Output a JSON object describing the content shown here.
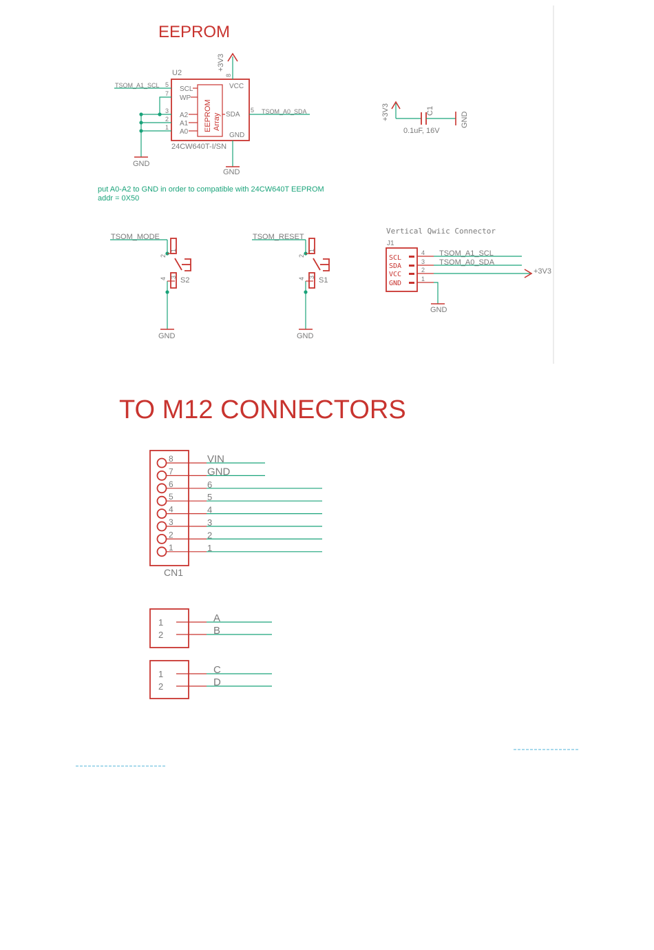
{
  "sections": {
    "eeprom_title": "EEPROM",
    "m12_title": "TO M12 CONNECTORS"
  },
  "eeprom": {
    "ref": "U2",
    "part_number": "24CW640T-I/SN",
    "inner_label_line1": "EEPROM",
    "inner_label_line2": "Array",
    "pins": {
      "scl": {
        "num": "5",
        "name": "SCL"
      },
      "wp": {
        "num": "7",
        "name": "WP"
      },
      "a2": {
        "num": "3",
        "name": "A2"
      },
      "a1": {
        "num": "2",
        "name": "A1"
      },
      "a0": {
        "num": "1",
        "name": "A0"
      },
      "sda": {
        "num": "5",
        "name": "SDA"
      },
      "vcc": {
        "num": "8",
        "name": "VCC"
      },
      "gnd": {
        "name": "GND"
      }
    },
    "net_scl": "TSOM_A1_SCL",
    "net_sda": "TSOM_A0_SDA",
    "supply": "+3V3",
    "gnd_left": "GND",
    "gnd_bottom": "GND",
    "note_line1": "put A0-A2 to GND in order to compatible with 24CW640T EEPROM",
    "note_line2": "addr = 0X50"
  },
  "cap": {
    "supply": "+3V3",
    "ref": "C1",
    "value": "0.1uF, 16V",
    "gnd": "GND"
  },
  "switches": [
    {
      "ref": "S2",
      "net": "TSOM_MODE",
      "gnd": "GND",
      "pin_top_a": "2",
      "pin_top_b": "1",
      "pin_bot_a": "4",
      "pin_bot_b": "3"
    },
    {
      "ref": "S1",
      "net": "TSOM_RESET",
      "gnd": "GND",
      "pin_top_a": "2",
      "pin_top_b": "1",
      "pin_bot_a": "4",
      "pin_bot_b": "3"
    }
  ],
  "qwiic": {
    "title": "Vertical Qwiic Connector",
    "ref": "J1",
    "pins": [
      {
        "name": "SCL",
        "num": "4",
        "net": "TSOM_A1_SCL"
      },
      {
        "name": "SDA",
        "num": "3",
        "net": "TSOM_A0_SDA"
      },
      {
        "name": "VCC",
        "num": "2",
        "net": "+3V3"
      },
      {
        "name": "GND",
        "num": "1",
        "net": ""
      }
    ],
    "gnd": "GND"
  },
  "cn1": {
    "ref": "CN1",
    "pins": [
      {
        "num": "8",
        "net": "VIN"
      },
      {
        "num": "7",
        "net": "GND"
      },
      {
        "num": "6",
        "net": "6"
      },
      {
        "num": "5",
        "net": "5"
      },
      {
        "num": "4",
        "net": "4"
      },
      {
        "num": "3",
        "net": "3"
      },
      {
        "num": "2",
        "net": "2"
      },
      {
        "num": "1",
        "net": "1"
      }
    ]
  },
  "conn_ab": {
    "pins": [
      {
        "num": "1",
        "net": "A"
      },
      {
        "num": "2",
        "net": "B"
      }
    ]
  },
  "conn_cd": {
    "pins": [
      {
        "num": "1",
        "net": "C"
      },
      {
        "num": "2",
        "net": "D"
      }
    ]
  }
}
